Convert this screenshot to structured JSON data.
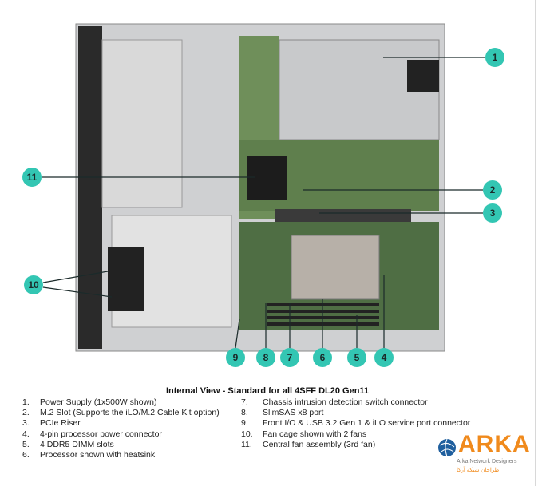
{
  "figure": {
    "callouts": [
      "1",
      "2",
      "3",
      "4",
      "5",
      "6",
      "7",
      "8",
      "9",
      "10",
      "11"
    ],
    "callout_color": "#33c6b3"
  },
  "caption": {
    "title": "Internal View - Standard for all 4SFF DL20 Gen11",
    "left_items": [
      {
        "num": "1.",
        "label": "Power Supply (1x500W shown)"
      },
      {
        "num": "2.",
        "label": "M.2 Slot (Supports the iLO/M.2 Cable Kit option)"
      },
      {
        "num": "3.",
        "label": "PCIe Riser"
      },
      {
        "num": "4.",
        "label": "4-pin processor power connector"
      },
      {
        "num": "5.",
        "label": "4 DDR5 DIMM slots"
      },
      {
        "num": "6.",
        "label": "Processor shown with heatsink"
      }
    ],
    "right_items": [
      {
        "num": "7.",
        "label": "Chassis intrusion detection switch connector"
      },
      {
        "num": "8.",
        "label": "SlimSAS x8 port"
      },
      {
        "num": "9.",
        "label": "Front I/O & USB 3.2 Gen 1 & iLO service port connector"
      },
      {
        "num": "10.",
        "label": "Fan cage shown with 2 fans"
      },
      {
        "num": "11.",
        "label": "Central fan assembly (3rd fan)"
      }
    ]
  },
  "logo": {
    "name": "ARKA",
    "subtitle": "Arka Network Designers",
    "persian": "طراحان شبکه آرکا",
    "brand_color": "#f08a1c"
  }
}
